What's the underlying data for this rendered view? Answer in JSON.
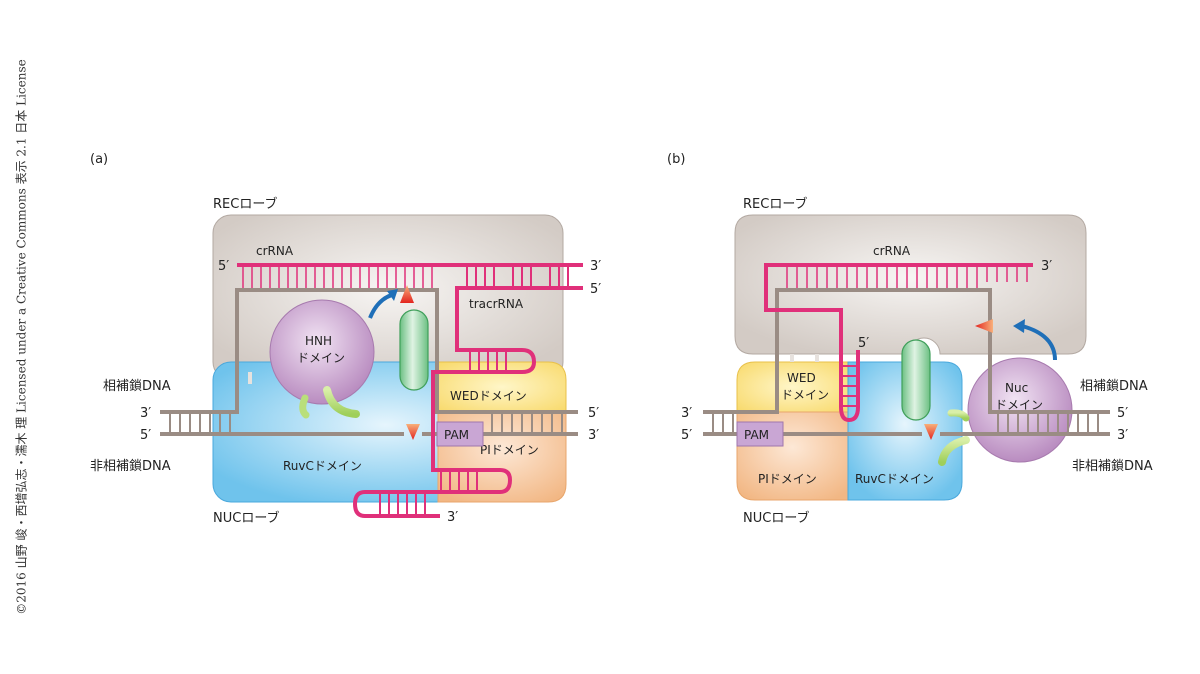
{
  "credit": "©2016 山野 峻・西增弘志・濡木 理 Licensed under a Creative Commons 表示 2.1 日本 License",
  "colors": {
    "rec_lobe": "#d6cfca",
    "ruvc": "#7ecbf0",
    "wed": "#fbe38a",
    "pi": "#f5c39a",
    "hnh": "#c29ac8",
    "pam": "#c9a6d4",
    "rna": "#e0307a",
    "dna": "#9a8c84",
    "helix": "#8fd19e",
    "linker": "#b9df7a",
    "cleavage": "#e8322a",
    "arrow": "#1f6fb8"
  },
  "panel_a": {
    "tag": "(a)",
    "rec_lobe": "RECローブ",
    "nuc_lobe": "NUCローブ",
    "crrna": "crRNA",
    "tracrrna": "tracrRNA",
    "hnh_line1": "HNH",
    "hnh_line2": "ドメイン",
    "wed": "WEDドメイン",
    "pi": "PIドメイン",
    "ruvc": "RuvCドメイン",
    "pam": "PAM",
    "target_dna": "相補鎖DNA",
    "nontarget_dna": "非相補鎖DNA",
    "ends": {
      "crrna_5": "5′",
      "rna_right_3": "3′",
      "rna_right_5": "5′",
      "dna_left_top": "3′",
      "dna_left_bottom": "5′",
      "dna_right_top": "5′",
      "dna_right_bottom": "3′",
      "tracr_3": "3′"
    }
  },
  "panel_b": {
    "tag": "(b)",
    "rec_lobe": "RECローブ",
    "nuc_lobe": "NUCローブ",
    "crrna": "crRNA",
    "nuc_line1": "Nuc",
    "nuc_line2": "ドメイン",
    "wed_line1": "WED",
    "wed_line2": "ドメイン",
    "pi": "PIドメイン",
    "ruvc": "RuvCドメイン",
    "pam": "PAM",
    "target_dna": "相補鎖DNA",
    "nontarget_dna": "非相補鎖DNA",
    "ends": {
      "crrna_3": "3′",
      "rna_5": "5′",
      "dna_left_top": "3′",
      "dna_left_bottom": "5′",
      "dna_right_top": "5′",
      "dna_right_bottom": "3′"
    }
  }
}
